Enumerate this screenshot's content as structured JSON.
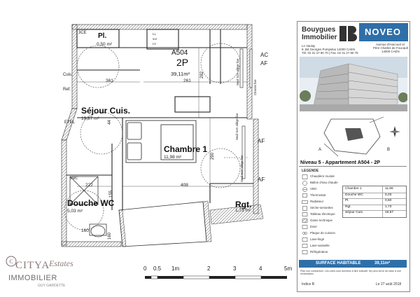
{
  "plan": {
    "apartment_code": "A504",
    "type": "2P",
    "total_area": "39,11m²",
    "rooms": [
      {
        "key": "pl",
        "name": "Pl.",
        "area": "0,50 m²"
      },
      {
        "key": "sejour",
        "name": "Séjour Cuis.",
        "area": "19,87 m²"
      },
      {
        "key": "chambre",
        "name": "Chambre 1",
        "area": "11,98 m²"
      },
      {
        "key": "douche",
        "name": "Douche WC",
        "area": "5,03 m²"
      },
      {
        "key": "rgt",
        "name": "Rgt.",
        "area": "1,73 m²"
      }
    ],
    "labels": {
      "tce": "3CE",
      "ll": "LL",
      "sl": "sur",
      "lv": "LV",
      "cuis": "Cuis.",
      "ref": "Ref.",
      "etel": "ETEL",
      "vmc": "VMC",
      "ac": "AC",
      "af": "AF",
      "af2": "AF",
      "wc": "WC",
      "seuil1": "Seuil 5cm allège fixe",
      "chassis1": "Chassis fixe",
      "seuil2": "Seuil 5cm allège fixe",
      "seuil3": "Seuil 5cm allège fixe"
    },
    "dims": {
      "d361": "361",
      "d261": "261",
      "d222": "222",
      "d408": "408",
      "d160": "160",
      "d282": "282",
      "d44": "44",
      "d155": "155",
      "d290": "290",
      "d160b": "160"
    }
  },
  "scale": {
    "ticks": [
      "0",
      "0.5",
      "1m",
      "2",
      "3",
      "4",
      "5m"
    ]
  },
  "watermark": {
    "brand": "CITYA",
    "script": "Estates",
    "line": "IMMOBILIER",
    "sub": "GUY GARDETTE"
  },
  "titleblock": {
    "company_line1": "Bouygues",
    "company_line2": "Immobilier",
    "project": "NOVEO",
    "address_lines": [
      "Le Vaulay",
      "8, Bd Georges Pompidou 14000 CAEN",
      "Tél. 02 31 27 80 70 | Fax. 02 31 27 80 79"
    ],
    "site_address": [
      "Avenue d'Harcourt et",
      "Père Charles de Foucault",
      "14000 CAEN"
    ],
    "view_labels": [
      "A",
      "B"
    ],
    "section_title": "Niveau 5 - Appartement A504 - 2P",
    "legend_title": "LEGENDE",
    "legend_symbols": [
      "Chaudière murale",
      "Ballon d'eau chaude",
      "VMC",
      "Thermostat",
      "Radiateur",
      "Sèche-serviettes",
      "Tableau électrique",
      "Gaine technique",
      "Evier",
      "Plaque de cuisson",
      "Lave-linge",
      "Lave-vaisselle",
      "Réfrigérateur"
    ],
    "legend_table": [
      {
        "room": "Chambre 1",
        "area": "11,98"
      },
      {
        "room": "Douche WC",
        "area": "5,03"
      },
      {
        "room": "Pl.",
        "area": "0,50"
      },
      {
        "room": "Rgt.",
        "area": "1,73"
      },
      {
        "room": "Séjour Cuis.",
        "area": "19,87"
      }
    ],
    "surface_label": "SURFACE HABITABLE",
    "surface_value": "39,11m²",
    "footnote": "Plan non contractuel. Les cotes sont données à titre indicatif. Ne peut servir de base à une réclamation.",
    "index": "Indice B",
    "date": "Le 27 août 2018"
  },
  "colors": {
    "accent_blue": "#2f6fa8",
    "wall_hatch": "#555555",
    "line": "#222222"
  }
}
